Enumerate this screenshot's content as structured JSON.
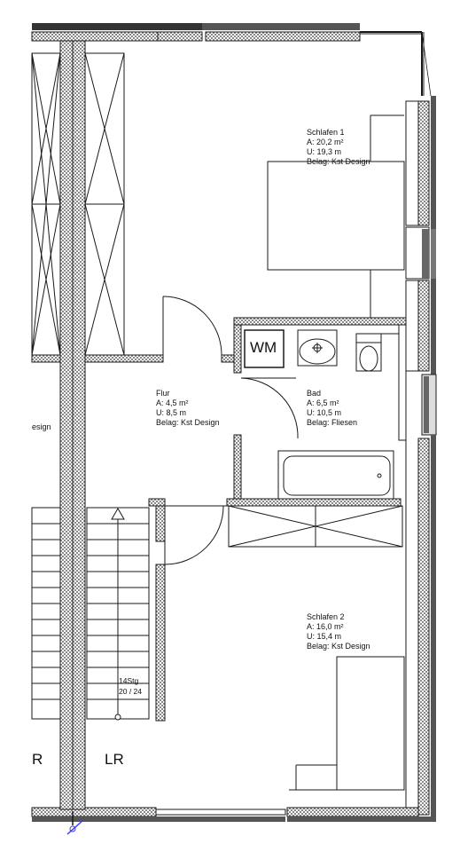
{
  "rooms": {
    "schlafen1": {
      "name": "Schlafen 1",
      "area": "A: 20,2 m²",
      "perimeter": "U: 19,3 m",
      "floor": "Belag: Kst Design"
    },
    "flur": {
      "name": "Flur",
      "area": "A: 4,5 m²",
      "perimeter": "U: 8,5 m",
      "floor": "Belag: Kst Design"
    },
    "bad": {
      "name": "Bad",
      "area": "A: 6,5 m²",
      "perimeter": "U: 10,5 m",
      "floor": "Belag: Fliesen"
    },
    "schlafen2": {
      "name": "Schlafen 2",
      "area": "A: 16,0 m²",
      "perimeter": "U: 15,4 m",
      "floor": "Belag: Kst Design"
    }
  },
  "labels": {
    "wm": "WM",
    "lr": "LR",
    "partial_r": "R",
    "partial_design": "esign",
    "stair_steps": "14Stg",
    "stair_ratio": "20 / 24"
  },
  "colors": {
    "wall_line": "#1a1a1a",
    "hatch": "#7a7a7a",
    "marker": "#3b3bff"
  }
}
